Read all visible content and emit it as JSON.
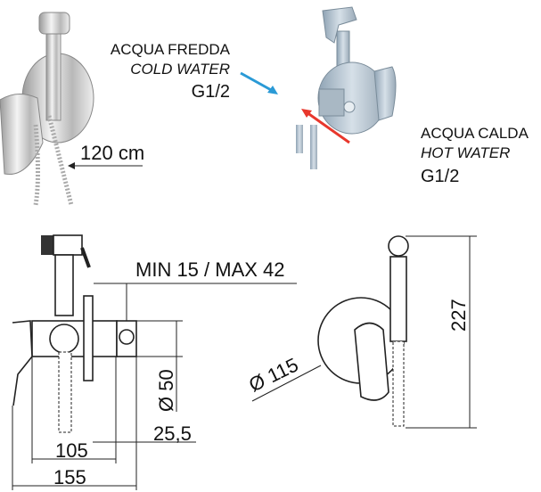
{
  "photo_labels": {
    "hose_length": "120 cm",
    "cold": {
      "it": "ACQUA FREDDA",
      "en": "COLD WATER",
      "thread": "G1/2"
    },
    "hot": {
      "it": "ACQUA CALDA",
      "en": "HOT WATER",
      "thread": "G1/2"
    }
  },
  "dimensions": {
    "wall_depth": "MIN 15 / MAX 42",
    "body_diameter": "Ø 50",
    "connector": "25,5",
    "width_105": "105",
    "width_155": "155",
    "plate_diameter": "Ø 115",
    "height": "227"
  },
  "colors": {
    "cold_arrow": "#2a9ad6",
    "hot_arrow": "#e8372c"
  }
}
